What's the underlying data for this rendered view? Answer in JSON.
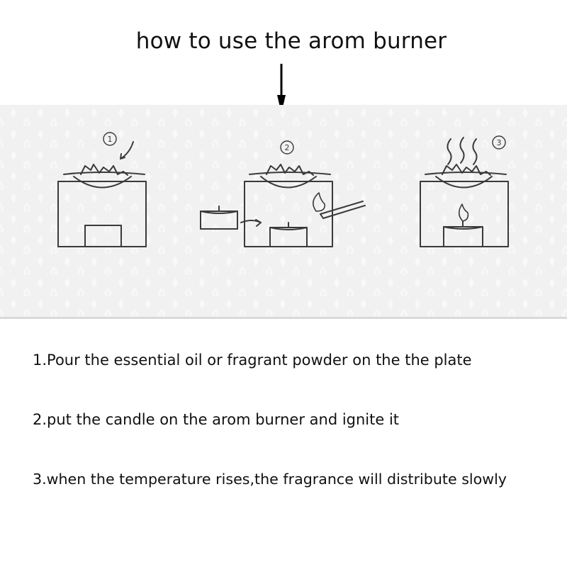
{
  "title": "how to use the arom burner",
  "figure": {
    "step_markers": [
      "1",
      "2",
      "3"
    ],
    "icons": [
      "arrow-down-icon",
      "burner-icon",
      "tealight-candle-icon",
      "match-icon",
      "flame-icon",
      "steam-icon"
    ],
    "colors": {
      "line": "#3a3a3a",
      "panel": "#f1f1f1"
    }
  },
  "steps": [
    "1.Pour the essential oil or fragrant powder on the the plate",
    "2.put the candle on the arom burner and ignite it",
    "3.when the temperature rises,the fragrance will distribute slowly"
  ]
}
